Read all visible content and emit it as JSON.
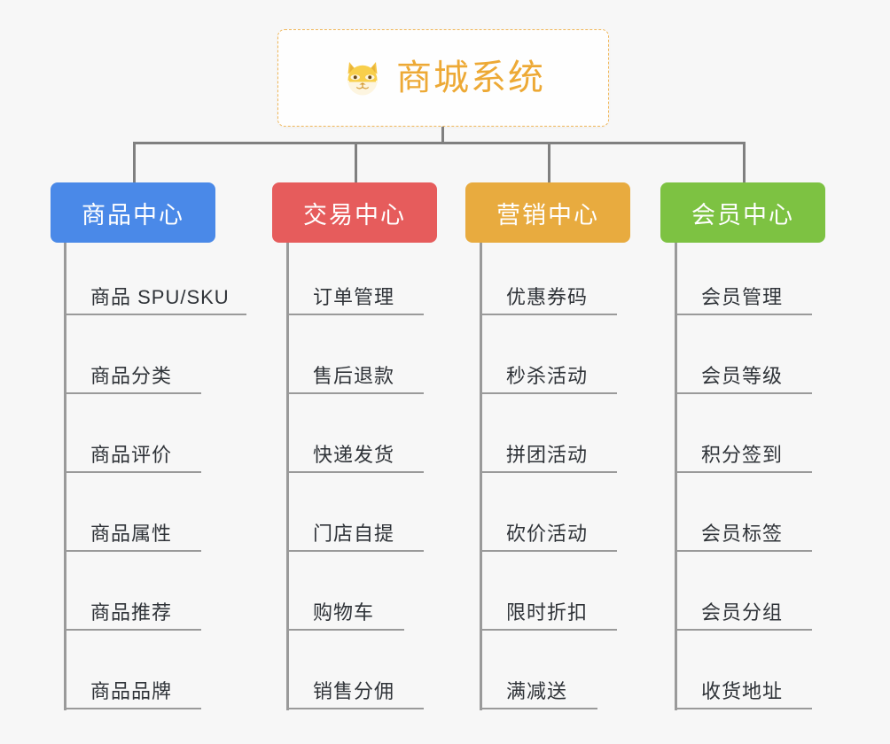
{
  "root": {
    "title": "商城系统",
    "icon": "shiba-dog-icon",
    "accent_color": "#eda935",
    "border_color": "#f0b75a",
    "background": "#fefefe"
  },
  "canvas": {
    "background": "#f7f7f7",
    "connector_color": "#808080",
    "spine_color": "#9a9a9a"
  },
  "branches": [
    {
      "label": "商品中心",
      "color": "#4a89e8",
      "items": [
        "商品 SPU/SKU",
        "商品分类",
        "商品评价",
        "商品属性",
        "商品推荐",
        "商品品牌"
      ]
    },
    {
      "label": "交易中心",
      "color": "#e65c5c",
      "items": [
        "订单管理",
        "售后退款",
        "快递发货",
        "门店自提",
        "购物车",
        "销售分佣"
      ]
    },
    {
      "label": "营销中心",
      "color": "#e8ab3f",
      "items": [
        "优惠券码",
        "秒杀活动",
        "拼团活动",
        "砍价活动",
        "限时折扣",
        "满减送"
      ]
    },
    {
      "label": "会员中心",
      "color": "#7dc242",
      "items": [
        "会员管理",
        "会员等级",
        "积分签到",
        "会员标签",
        "会员分组",
        "收货地址"
      ]
    }
  ]
}
